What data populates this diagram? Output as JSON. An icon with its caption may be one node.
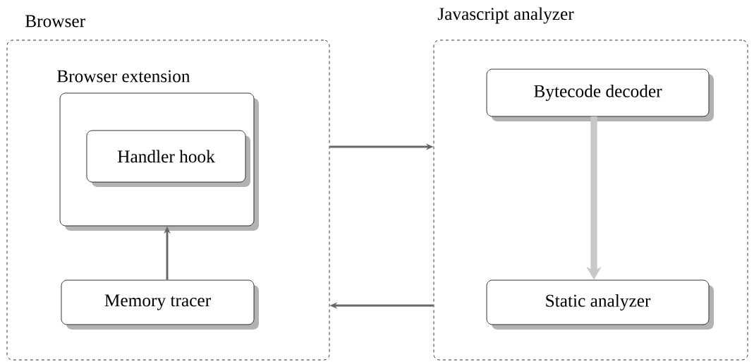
{
  "diagram": {
    "nodes": [
      {
        "text": [
          "Browser"
        ]
      },
      {
        "text": [
          "Browser extension"
        ],
        "in": 0
      },
      {
        "text": [
          "Handler hook"
        ],
        "in": 1
      },
      {
        "text": [
          "Memory tracer"
        ],
        "in": 0
      },
      {
        "text": [
          "Javascript analyzer"
        ]
      },
      {
        "text": [
          "Bytecode decoder"
        ],
        "in": 4
      },
      {
        "text": [
          "Static analyzer"
        ],
        "in": 4
      }
    ],
    "edges": [
      {
        "from": 3,
        "to": 1,
        "arrow": "to"
      },
      {
        "from": 0,
        "to": 4,
        "arrow": "to"
      },
      {
        "from": 4,
        "to": 0,
        "arrow": "to"
      },
      {
        "from": 5,
        "to": 6,
        "arrow": "to",
        "style": "thick",
        "color": "#c8c8c8"
      }
    ]
  }
}
